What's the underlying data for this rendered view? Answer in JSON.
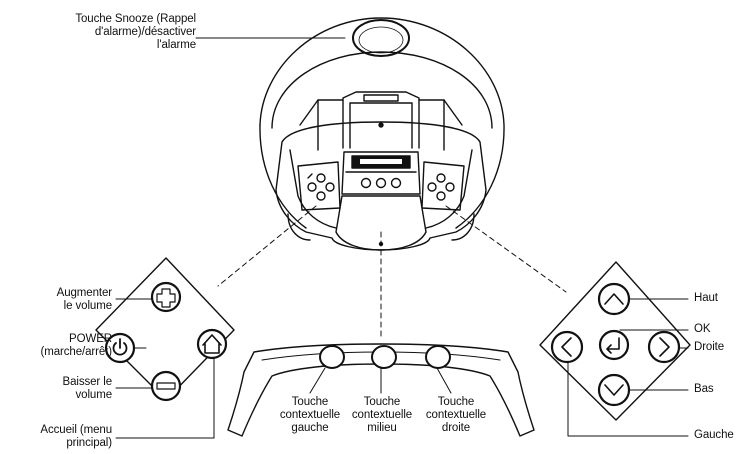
{
  "labels": {
    "snooze": "Touche Snooze (Rappel\nd'alarme)/désactiver\nl'alarme",
    "volume_up": "Augmenter\nle volume",
    "power": "POWER\n(marche/arrêt)",
    "volume_down": "Baisser le\nvolume",
    "home": "Accueil (menu\nprincipal)",
    "soft_left": "Touche\ncontextuelle\ngauche",
    "soft_middle": "Touche\ncontextuelle\nmilieu",
    "soft_right": "Touche\ncontextuelle\ndroite",
    "up": "Haut",
    "ok": "OK",
    "right": "Droite",
    "down": "Bas",
    "left": "Gauche"
  },
  "colors": {
    "line": "#111111",
    "button_fill": "#ffffff",
    "background": "#ffffff"
  },
  "icons": {
    "volume_up": "plus-icon",
    "power": "power-icon",
    "volume_down": "minus-icon",
    "home": "home-icon",
    "up": "chevron-up-icon",
    "ok": "enter-icon",
    "right": "chevron-right-icon",
    "down": "chevron-down-icon",
    "left": "chevron-left-icon"
  }
}
